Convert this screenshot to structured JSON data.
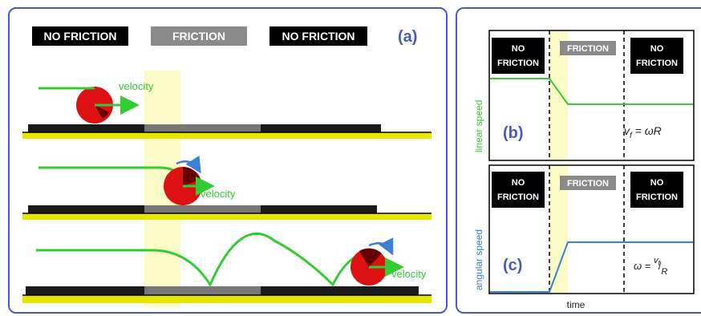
{
  "panel_a": {
    "label": "(a)",
    "regions": [
      "NO FRICTION",
      "FRICTION",
      "NO FRICTION"
    ],
    "velocity_label": "velocity"
  },
  "panel_b": {
    "label": "(b)",
    "ylabel": "linear speed",
    "regions": [
      [
        "NO",
        "FRICTION"
      ],
      [
        "FRICTION"
      ],
      [
        "NO",
        "FRICTION"
      ]
    ],
    "equation": {
      "lhs": "v",
      "sub": "f",
      "rhs": " = ωR"
    }
  },
  "panel_c": {
    "label": "(c)",
    "ylabel": "angular speed",
    "regions": [
      [
        "NO",
        "FRICTION"
      ],
      [
        "FRICTION"
      ],
      [
        "NO",
        "FRICTION"
      ]
    ],
    "equation": {
      "lhs": "ω = ",
      "num": "v",
      "num_sub": "f",
      "den": "R"
    },
    "xlabel": "time"
  },
  "colors": {
    "panel_border": "#4b59b8",
    "label_blue": "#4b59b8",
    "green": "#33cc33",
    "blue": "#3b7fd8",
    "red_ball": "#dd1111",
    "friction_highlight": "#fdfbc8",
    "floor_yellow": "#e6e600"
  },
  "ball_icons": [
    "rolling-ball-icon",
    "rotation-arrow-icon"
  ]
}
